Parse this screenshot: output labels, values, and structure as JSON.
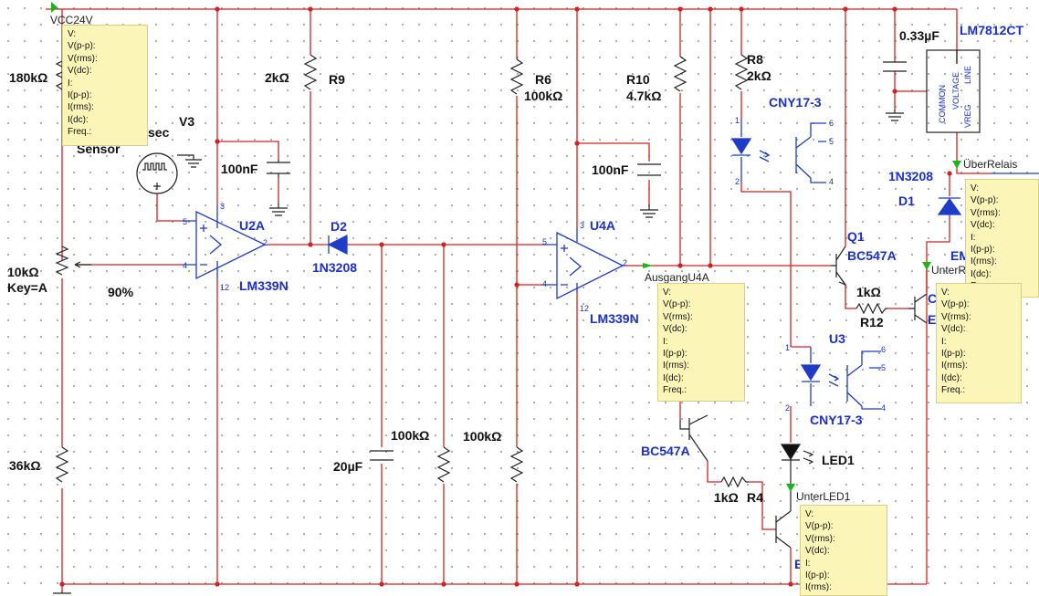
{
  "labels": {
    "vcc": "VCC24V",
    "r180k": "180kΩ",
    "sensor_frag": "sec",
    "v3": "V3",
    "sensor": "Sensor",
    "r2k": "2kΩ",
    "r9": "R9",
    "c100n_1": "100nF",
    "u2a": "U2A",
    "lm339_1": "LM339N",
    "d2": "D2",
    "d2_type": "1N3208",
    "pot": "10kΩ",
    "pot_key": "Key=A",
    "pot_pct": "90%",
    "r36k": "36kΩ",
    "c20u": "20µF",
    "r100k_1": "100kΩ",
    "r100k_2": "100kΩ",
    "r6": "R6",
    "r6_val": "100kΩ",
    "u4a": "U4A",
    "lm339_2": "LM339N",
    "c100n_2": "100nF",
    "r10": "R10",
    "r10_val": "4.7kΩ",
    "r8": "R8",
    "r8_val": "2kΩ",
    "cny1": "CNY17-3",
    "c033": "0.33µF",
    "lm7812": "LM7812CT",
    "reg_common": "COMMON",
    "reg_voltage": "VOLTAGE",
    "reg_line": "LINE",
    "reg_vreg": "VREG",
    "uberrelais": "ÜberRelais",
    "d1_type": "1N3208",
    "d1": "D1",
    "q1": "Q1",
    "q1_type": "BC547A",
    "r12_val": "1kΩ",
    "r12": "R12",
    "unterr": "UnterR",
    "ausgang": "AusgangU4A",
    "u3": "U3",
    "cny2": "CNY17-3",
    "bc547a_2": "BC547A",
    "r4_val": "1kΩ",
    "r4": "R4",
    "led1": "LED1",
    "unterled": "UnterLED1",
    "em_frag": "EM",
    "e_frag": "E",
    "e2_frag": "E",
    "c_frag": "C"
  },
  "pins": {
    "u2a_plus": "5",
    "u2a_minus": "4",
    "u2a_vcc": "3",
    "u2a_out": "2",
    "u2a_gnd": "12",
    "u4a_plus": "5",
    "u4a_minus": "4",
    "u4a_vcc": "3",
    "u4a_out": "2",
    "u4a_gnd": "12",
    "cny1_p1": "1",
    "cny1_p2": "2",
    "cny1_p4": "4",
    "cny1_p5": "5",
    "cny1_p6": "6",
    "u3_p1": "1",
    "u3_p2": "2",
    "u3_p4": "4",
    "u3_p5": "5",
    "u3_p6": "6"
  },
  "probe": {
    "lines_full": [
      "V:",
      "V(p-p):",
      "V(rms):",
      "V(dc):",
      "I:",
      "I(p-p):",
      "I(rms):",
      "I(dc):",
      "Freq.:"
    ],
    "lines_short": [
      "V:",
      "V(p-p):",
      "V(rms):",
      "V(dc):",
      "I:",
      "I(p-p):",
      "I(rms):"
    ]
  },
  "colors": {
    "wire": "#d42020",
    "component": "#222222",
    "ic": "#1e3cc8",
    "probe_bg": "#fbf6b8",
    "probe_marker": "#19b619"
  }
}
